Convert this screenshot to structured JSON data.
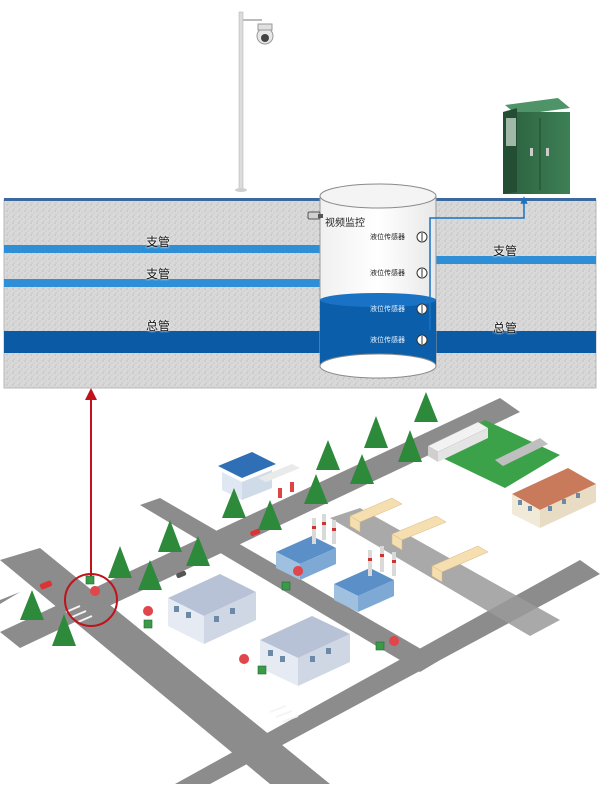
{
  "labels": {
    "branch_pipe_1": "支管",
    "branch_pipe_2": "支管",
    "branch_pipe_right": "支管",
    "main_pipe_left": "总管",
    "main_pipe_right": "总管",
    "video_monitor": "视频监控",
    "sensor_1": "液位传感器",
    "sensor_2": "液位传感器",
    "sensor_3": "液位传感器",
    "sensor_4": "液位传感器"
  },
  "colors": {
    "branch_pipe": "#2e8fd6",
    "main_pipe": "#0a5aa6",
    "water": "#0b5faa",
    "cabinet": "#2f6b45",
    "soil": "#d8d8d8",
    "arrow": "#c0121a",
    "road": "#8c8c8c",
    "tree": "#2d8a3a",
    "marker": "#e0474c"
  },
  "icons": [
    "camera-icon",
    "sensor-icon",
    "map-marker-icon",
    "tree-icon",
    "factory-icon",
    "cabinet-icon"
  ]
}
